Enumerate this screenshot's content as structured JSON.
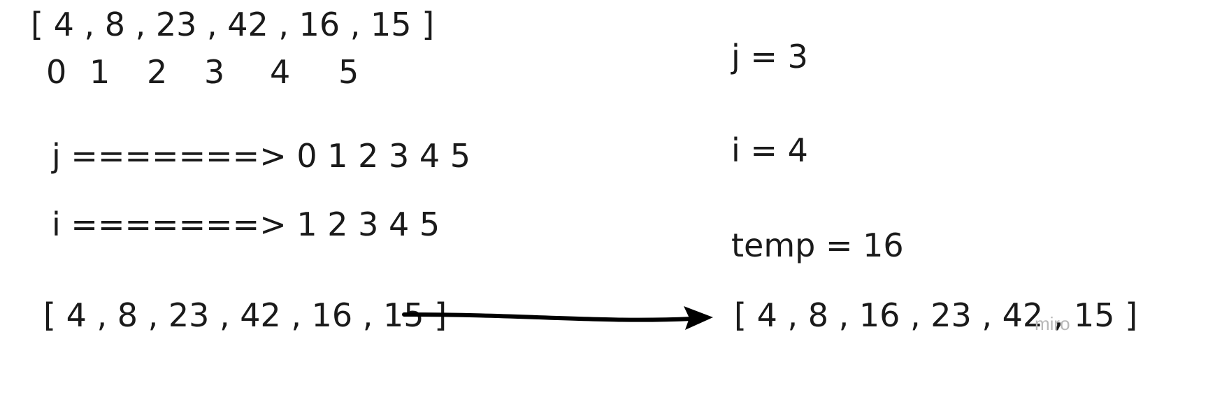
{
  "left": {
    "array_top": "[ 4 , 8 , 23 , 42 , 16 , 15 ]",
    "indices": [
      "0",
      "1",
      "2",
      "3",
      "4",
      "5"
    ],
    "j_line": "j =======> 0 1 2 3 4 5",
    "i_line": "i =======> 1 2 3 4 5",
    "array_bottom": "[ 4 , 8 , 23 , 42 , 16 , 15 ]"
  },
  "right": {
    "j_value": "j = 3",
    "i_value": "i = 4",
    "temp_value": "temp = 16",
    "array_result": "[ 4 , 8 , 16 , 23 , 42 , 15 ]"
  },
  "watermark": "miro",
  "colors": {
    "text": "#1a1a1a",
    "arrow": "#000000",
    "watermark": "#b8b8b8"
  }
}
